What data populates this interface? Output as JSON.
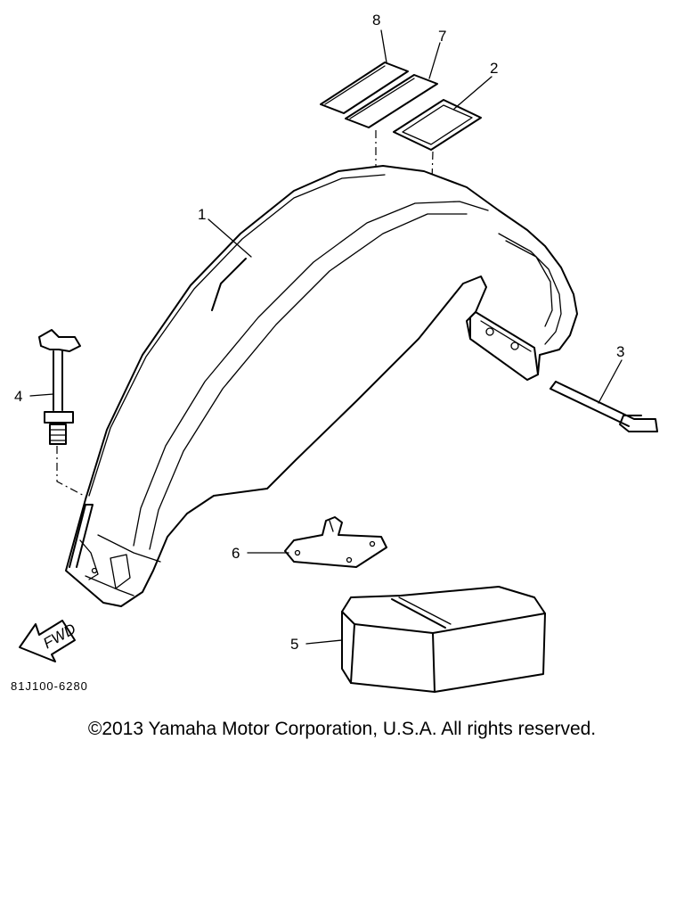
{
  "callouts": {
    "c1": "1",
    "c2": "2",
    "c3": "3",
    "c4": "4",
    "c5": "5",
    "c6": "6",
    "c7": "7",
    "c8": "8"
  },
  "fwd_label": "FWD",
  "diagram_code": "81J100-6280",
  "copyright": "©2013 Yamaha Motor Corporation, U.S.A. All rights reserved."
}
